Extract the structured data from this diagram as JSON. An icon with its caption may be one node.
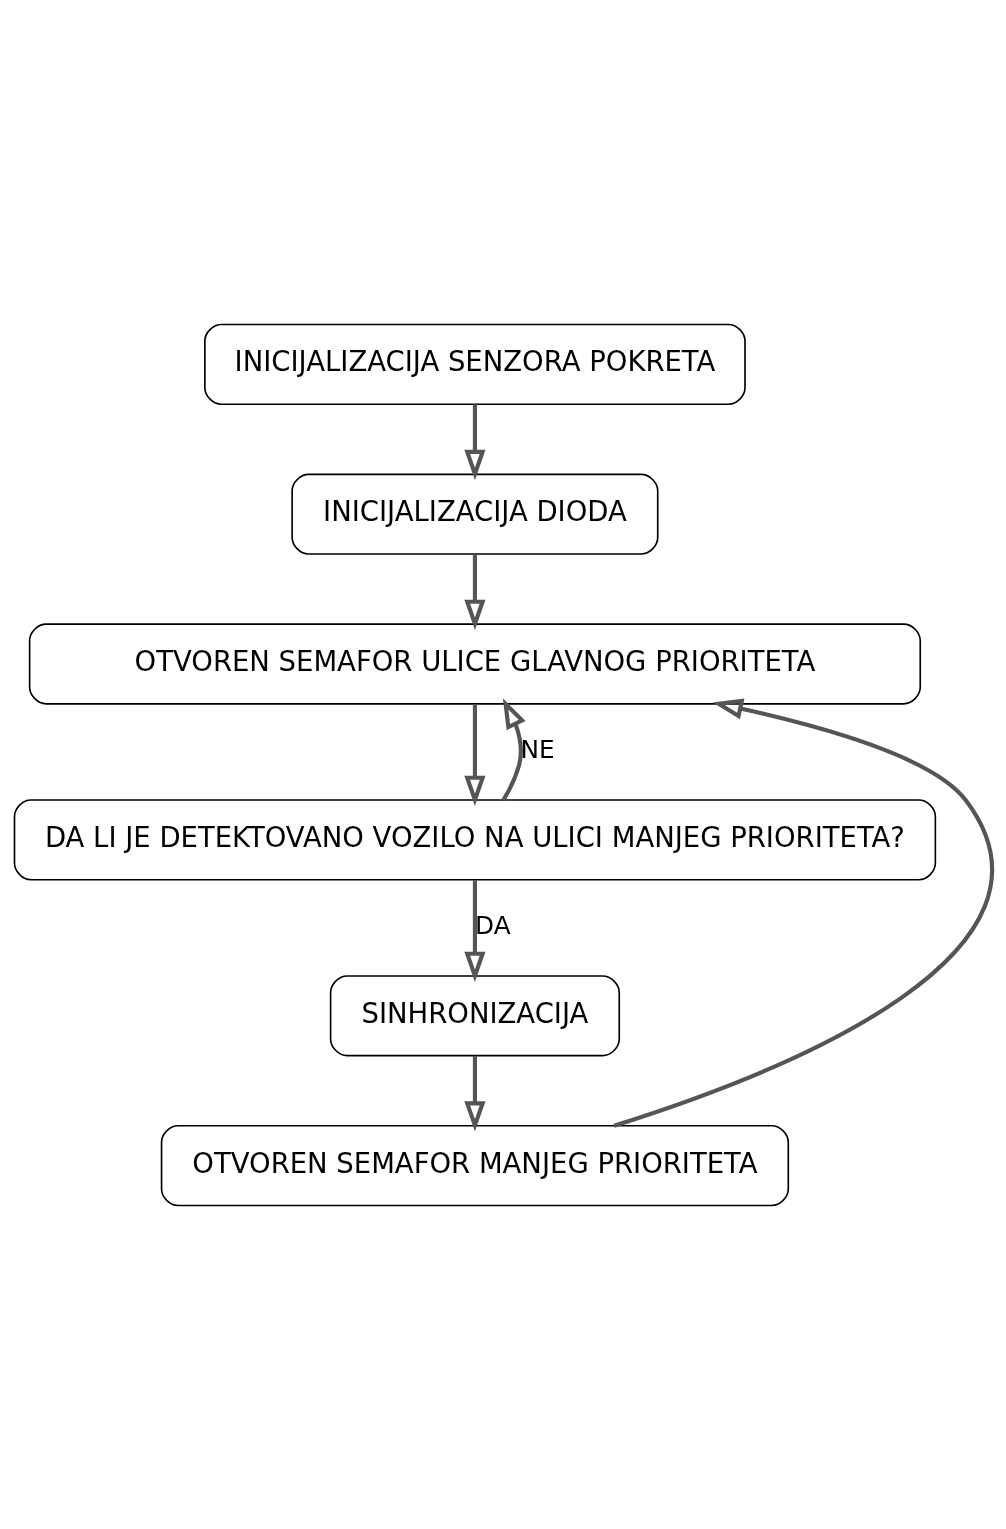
{
  "diagram": {
    "nodes": [
      {
        "text": [
          "INICIJALIZACIJA SENZORA POKRETA"
        ]
      },
      {
        "text": [
          "INICIJALIZACIJA DIODA"
        ]
      },
      {
        "text": [
          "OTVOREN SEMAFOR ULICE GLAVNOG PRIORITETA"
        ]
      },
      {
        "text": [
          "DA LI JE DETEKTOVANO VOZILO NA ULICI MANJEG PRIORITETA?"
        ]
      },
      {
        "text": [
          "SINHRONIZACIJA"
        ]
      },
      {
        "text": [
          "OTVOREN SEMAFOR MANJEG PRIORITETA"
        ]
      }
    ],
    "edges": [
      {
        "from": 0,
        "to": 1,
        "arrow": "to"
      },
      {
        "from": 1,
        "to": 2,
        "arrow": "to"
      },
      {
        "from": 2,
        "to": 3,
        "arrow": "to"
      },
      {
        "from": 3,
        "to": 2,
        "arrow": "to",
        "label": "NE"
      },
      {
        "from": 3,
        "to": 4,
        "arrow": "to",
        "label": "DA"
      },
      {
        "from": 4,
        "to": 5,
        "arrow": "to"
      },
      {
        "from": 5,
        "to": 2,
        "arrow": "to"
      }
    ]
  }
}
